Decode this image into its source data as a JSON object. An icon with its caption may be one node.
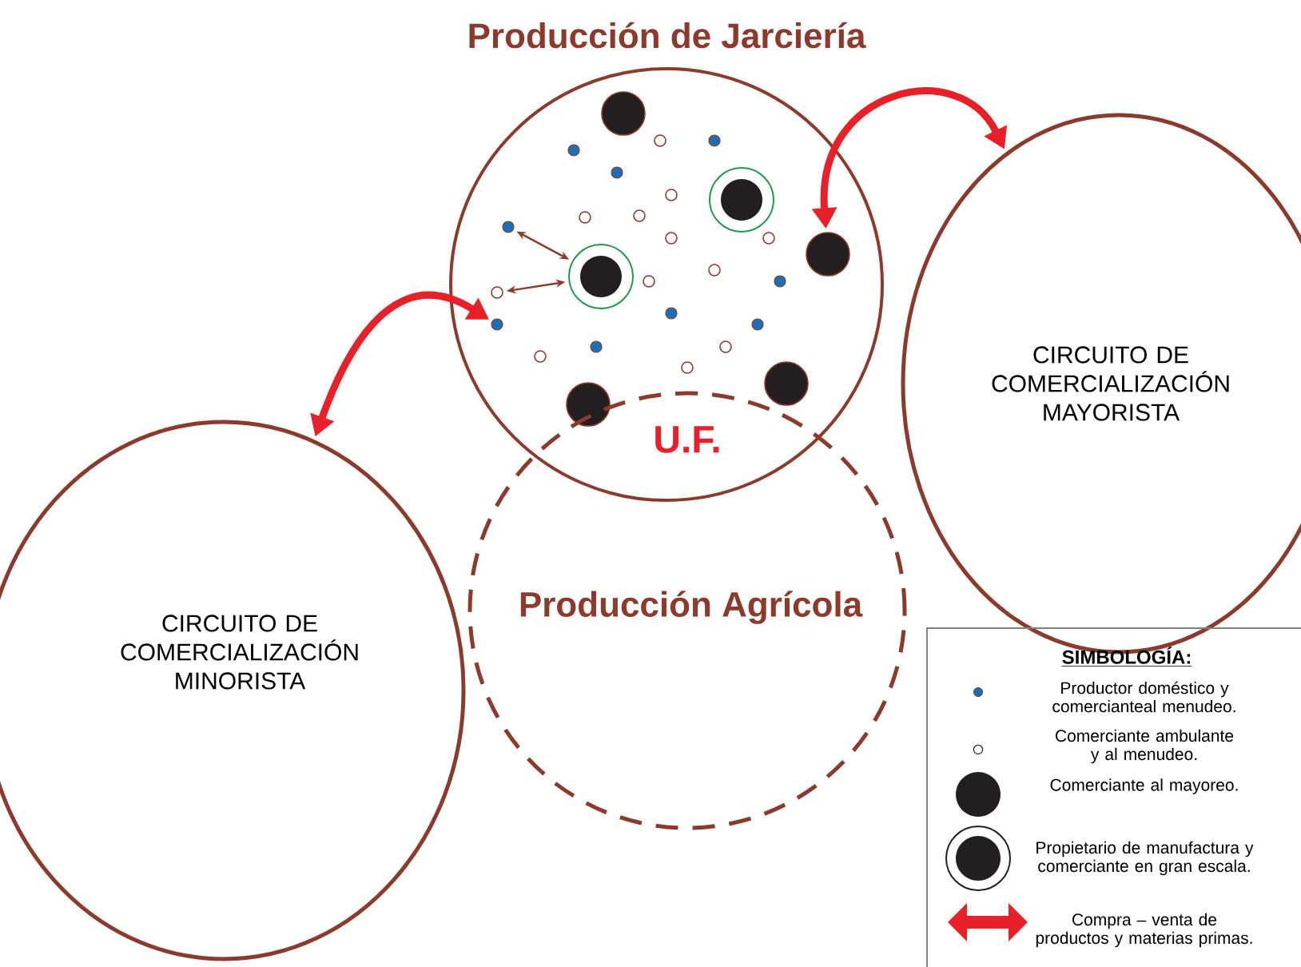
{
  "diagram": {
    "nodes": [
      {
        "text": [
          "Producción de Jarciería"
        ]
      },
      {
        "text": [],
        "shape": "circle",
        "in": 0
      },
      {
        "text": [],
        "shape": "circle",
        "in": 0
      },
      {
        "text": [],
        "shape": "circle",
        "in": 0
      },
      {
        "text": [],
        "shape": "circle",
        "in": 0
      },
      {
        "text": [],
        "shape": "circle",
        "in": 0
      },
      {
        "text": [],
        "shape": "circle",
        "in": 0
      },
      {
        "text": [],
        "shape": "circle",
        "in": 0
      },
      {
        "text": [],
        "shape": "circle",
        "in": 0
      },
      {
        "text": [],
        "shape": "circle",
        "in": 0
      },
      {
        "text": [],
        "shape": "circle",
        "in": 0
      },
      {
        "text": [],
        "shape": "circle",
        "in": 0
      },
      {
        "text": [],
        "shape": "circle",
        "in": 0
      },
      {
        "text": [],
        "shape": "circle",
        "in": 0
      },
      {
        "text": [],
        "shape": "circle",
        "in": 0
      },
      {
        "text": [],
        "shape": "circle",
        "in": 0
      },
      {
        "text": [],
        "shape": "circle",
        "in": 0
      },
      {
        "text": [],
        "shape": "circle",
        "in": 0
      },
      {
        "text": [],
        "shape": "circle",
        "in": 0
      },
      {
        "text": [],
        "shape": "circle",
        "in": 0
      },
      {
        "text": [],
        "shape": "circle",
        "in": 0
      },
      {
        "text": [],
        "shape": "circle",
        "in": 0
      },
      {
        "text": [],
        "shape": "circle",
        "in": 0
      },
      {
        "text": [],
        "shape": "circle",
        "in": 0
      },
      {
        "text": [],
        "shape": "circle",
        "in": 0
      },
      {
        "text": [],
        "shape": "circle",
        "in": 0
      },
      {
        "text": [],
        "shape": "circle",
        "in": 0
      },
      {
        "text": [],
        "shape": "circle",
        "in": 0
      },
      {
        "text": [
          "CIRCUITO DE COMERCIALIZACIÓN MAYORISTA"
        ]
      },
      {
        "text": [
          "Producción Agrícola"
        ]
      },
      {
        "text": [
          "CIRCUITO DE COMERCIALIZACIÓN MINORISTA"
        ]
      }
    ],
    "edges": [
      {
        "from": 13,
        "to": 28,
        "arrow": "both",
        "style": "thick",
        "color": "#e8202a"
      },
      {
        "from": 20,
        "to": 30,
        "arrow": "both",
        "style": "thick",
        "color": "#e8202a"
      },
      {
        "from": 10,
        "to": 15,
        "arrow": "both",
        "color": "#8b3a2b"
      },
      {
        "from": 18,
        "to": 15,
        "arrow": "both",
        "color": "#8b3a2b"
      }
    ],
    "labels": [
      "U.F.",
      "SIMBOLOGÍA:"
    ],
    "legend": [
      {
        "text": "Productor doméstico y comercianteal menudeo."
      },
      {
        "text": "Comerciante ambulante y al menudeo."
      },
      {
        "text": "Comerciante al mayoreo."
      },
      {
        "text": "Propietario de manufactura y comerciante en gran escala."
      },
      {
        "text": "Compra – venta de productos y materias primas."
      }
    ]
  }
}
